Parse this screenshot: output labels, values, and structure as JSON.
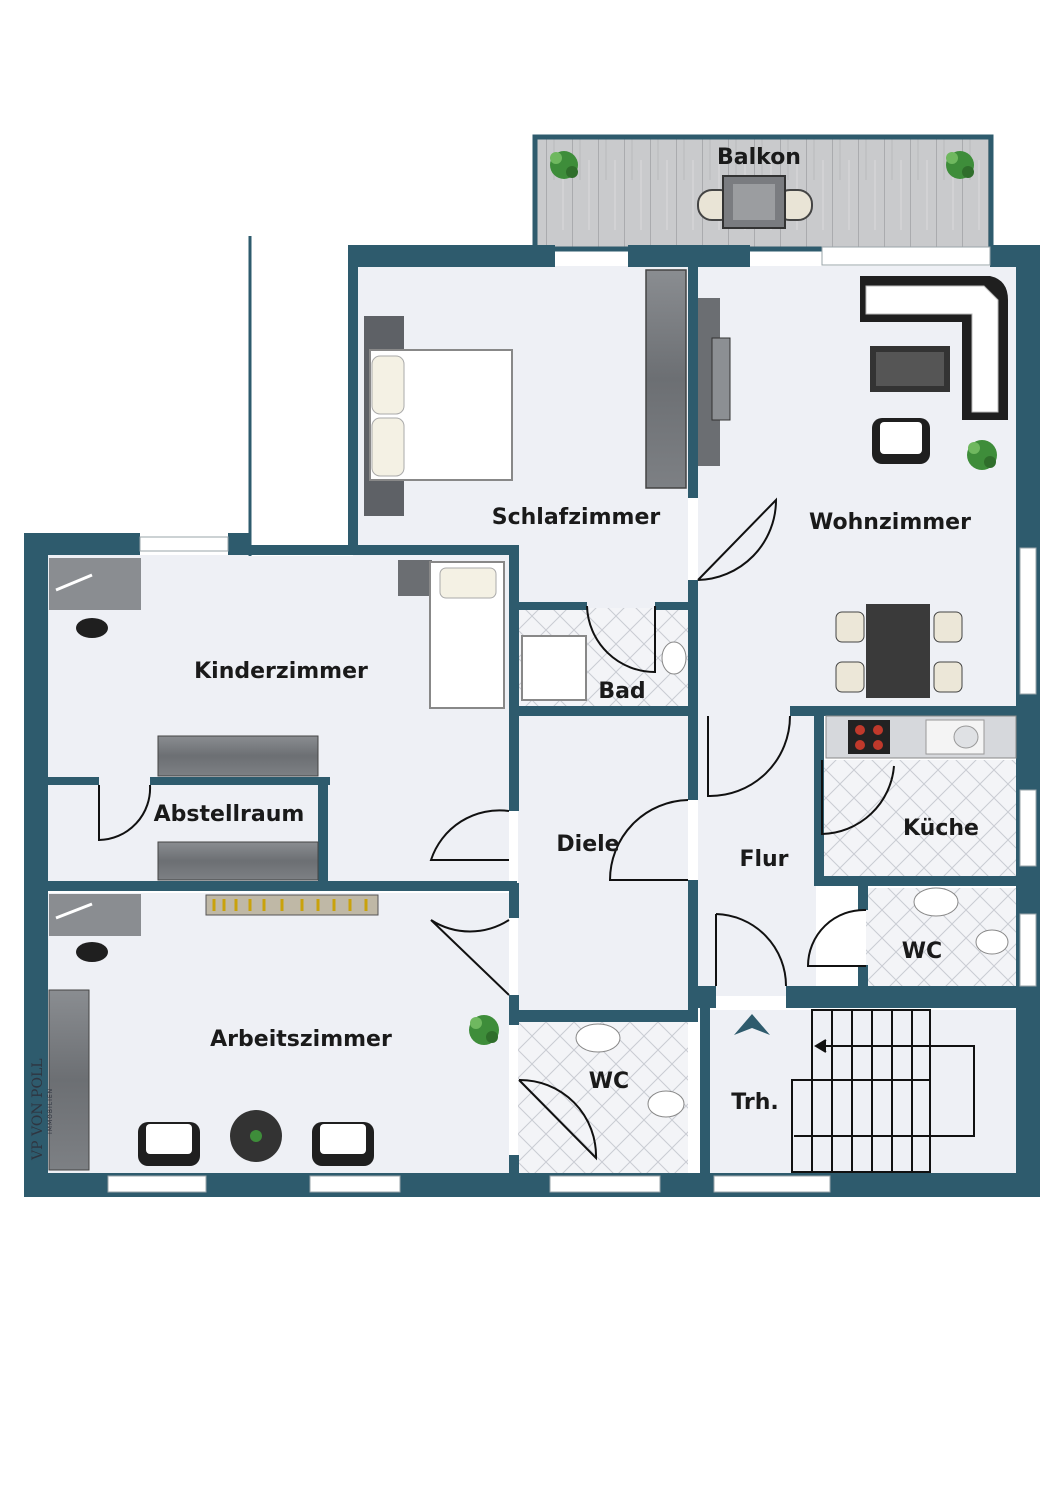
{
  "colors": {
    "wall": "#2e5b6d",
    "floor": "#eef0f5",
    "tile": "#f2f3f6",
    "balcony": "#c8c9cb",
    "furniture_dark": "#6b6e72",
    "furniture_light": "#ffffff",
    "plant": "#3e8d3a",
    "window": "#ffffff"
  },
  "rooms": {
    "balkon": "Balkon",
    "schlafzimmer": "Schlafzimmer",
    "wohnzimmer": "Wohnzimmer",
    "kinderzimmer": "Kinderzimmer",
    "bad": "Bad",
    "abstellraum": "Abstellraum",
    "diele": "Diele",
    "flur": "Flur",
    "kueche": "Küche",
    "wc_flur": "WC",
    "wc_diele": "WC",
    "arbeitszimmer": "Arbeitszimmer",
    "treppenhaus": "Trh."
  },
  "brand": {
    "monogram": "VP",
    "name": "VON POLL",
    "sub": "IMMOBILIEN"
  }
}
